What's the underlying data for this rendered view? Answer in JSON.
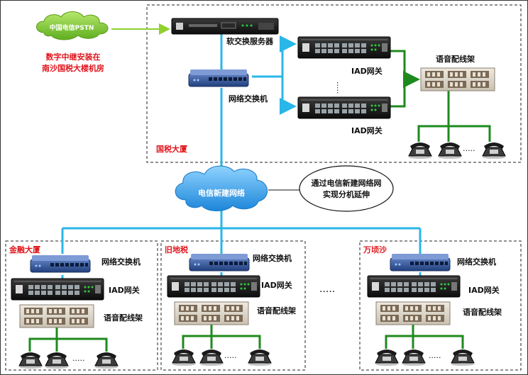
{
  "pstn": {
    "label": "中国电信PSTN"
  },
  "digital_trunk_note": {
    "line1": "数字中继安装在",
    "line2": "南沙国税大楼机房"
  },
  "hq": {
    "title": "国税大厦",
    "softswitch_label": "软交换服务器",
    "switch_label": "网络交换机",
    "iad1_label": "IAD网关",
    "iad2_label": "IAD网关",
    "patch_label": "语音配线架",
    "dots_label": "·····"
  },
  "cloud": {
    "label": "电信新建网络"
  },
  "callout": {
    "line1": "通过电信新建网络网",
    "line2": "实现分机延伸"
  },
  "branches": [
    {
      "title": "金融大厦",
      "switch_label": "网络交换机",
      "iad_label": "IAD网关",
      "patch_label": "语音配线架",
      "dots_label": "·····"
    },
    {
      "title": "旧地税",
      "switch_label": "网络交换机",
      "iad_label": "IAD网关",
      "patch_label": "语音配线架",
      "dots_label": "·····"
    },
    {
      "title": "万顷沙",
      "switch_label": "网络交换机",
      "iad_label": "IAD网关",
      "patch_label": "语音配线架",
      "dots_label": "·····"
    }
  ],
  "between_dots": "·····",
  "colors": {
    "network_link": "#29b6e8",
    "phone_link": "#1e8a1e",
    "pstn_link": "#8fd12c",
    "label_red": "#e0161d"
  }
}
